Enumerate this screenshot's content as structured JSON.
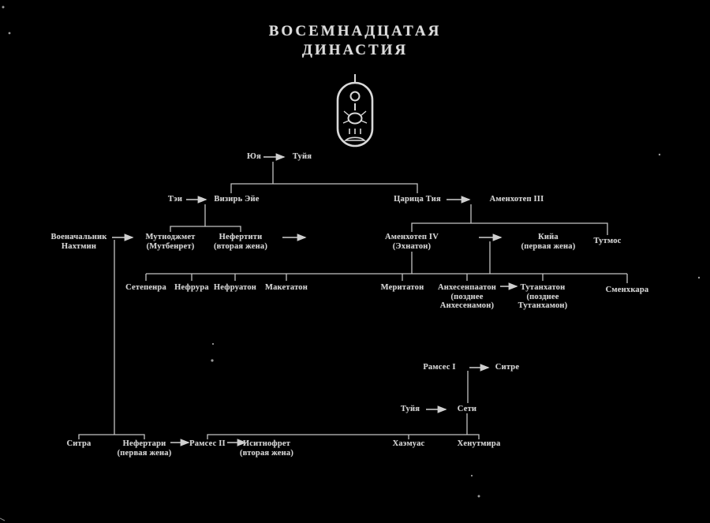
{
  "title": {
    "line1": "ВОСЕМНАДЦАТАЯ",
    "line2": "ДИНАСТИЯ"
  },
  "colors": {
    "background": "#000000",
    "ink": "#d4d4d4"
  },
  "persons": {
    "yuya": {
      "lines": [
        "Юя"
      ]
    },
    "tuyya": {
      "lines": [
        "Туйя"
      ]
    },
    "tei": {
      "lines": [
        "Тэи"
      ]
    },
    "vizier_eye": {
      "lines": [
        "Визирь Эйе"
      ]
    },
    "queen_tiya": {
      "lines": [
        "Царица Тия"
      ]
    },
    "amenhotep3": {
      "lines": [
        "Аменхотеп III"
      ]
    },
    "nakhtmin": {
      "lines": [
        "Военачальник",
        "Нахтмин"
      ]
    },
    "mutnodjmet": {
      "lines": [
        "Мутноджмет",
        "(Мутбенрет)"
      ]
    },
    "nefertiti": {
      "lines": [
        "Нефертити",
        "(вторая жена)"
      ]
    },
    "amenhotep4": {
      "lines": [
        "Аменхотеп IV",
        "(Эхнатон)"
      ]
    },
    "kiya": {
      "lines": [
        "Кийа",
        "(первая жена)"
      ]
    },
    "thutmose": {
      "lines": [
        "Тутмос"
      ]
    },
    "setepenra": {
      "lines": [
        "Сетепенра"
      ]
    },
    "nefrura": {
      "lines": [
        "Нефрура"
      ]
    },
    "nefruaton": {
      "lines": [
        "Нефруатон"
      ]
    },
    "maketaton": {
      "lines": [
        "Макетатон"
      ]
    },
    "meritaton": {
      "lines": [
        "Меритатон"
      ]
    },
    "ankhesenpaaton": {
      "lines": [
        "Анхесенпаатон",
        "(позднее",
        "Анхесенамон)"
      ]
    },
    "tutankhaton": {
      "lines": [
        "Тутанхатон",
        "(позднее",
        "Тутанхамон)"
      ]
    },
    "smenkhkara": {
      "lines": [
        "Сменхкара"
      ]
    },
    "ramses1": {
      "lines": [
        "Рамсес I"
      ]
    },
    "sitre": {
      "lines": [
        "Ситре"
      ]
    },
    "tuya2": {
      "lines": [
        "Туйя"
      ]
    },
    "seti": {
      "lines": [
        "Сети"
      ]
    },
    "sitra": {
      "lines": [
        "Ситра"
      ]
    },
    "nefertari": {
      "lines": [
        "Нефертари",
        "(первая жена)"
      ]
    },
    "ramses2": {
      "lines": [
        "Рамсес II"
      ]
    },
    "isitnofret": {
      "lines": [
        "Иситнофрет",
        "(вторая жена)"
      ]
    },
    "khaemuas": {
      "lines": [
        "Хаэмуас"
      ]
    },
    "henutmira": {
      "lines": [
        "Хенутмира"
      ]
    }
  },
  "marriage_arrows": [
    [
      "Юя",
      "Туйя"
    ],
    [
      "Тэи",
      "Визирь Эйе"
    ],
    [
      "Царица Тия",
      "Аменхотеп III"
    ],
    [
      "Военачальник Нахтмин",
      "Мутноджмет (Мутбенрет)"
    ],
    [
      "Нефертити (вторая жена)",
      "Аменхотеп IV (Эхнатон)"
    ],
    [
      "Аменхотеп IV (Эхнатон)",
      "Кийа (первая жена)"
    ],
    [
      "Анхесенпаатон (позднее Анхесенамон)",
      "Тутанхатон (позднее Тутанхамон)"
    ],
    [
      "Рамсес I",
      "Ситре"
    ],
    [
      "Туйя",
      "Сети"
    ],
    [
      "Нефертари (первая жена)",
      "Рамсес II"
    ],
    [
      "Рамсес II",
      "Иситнофрет (вторая жена)"
    ]
  ],
  "descent_lines": [
    {
      "parents": "Юя + Туйя",
      "children": [
        "Визирь Эйе",
        "Царица Тия"
      ]
    },
    {
      "parents": "Тэи + Визирь Эйе",
      "children": [
        "Мутноджмет",
        "Нефертити"
      ]
    },
    {
      "parents": "Царица Тия + Аменхотеп III",
      "children": [
        "Аменхотеп IV (Эхнатон)",
        "Тутмос"
      ]
    },
    {
      "parents": "Аменхотеп IV + Нефертити / Кийа",
      "children": [
        "Сетепенра",
        "Нефрура",
        "Нефруатон",
        "Макетатон",
        "Меритатон",
        "Анхесенпаатон",
        "Тутанхатон",
        "Сменхкара"
      ]
    },
    {
      "parents": "Военачальник Нахтмин + Мутноджмет",
      "children": [
        "Ситра",
        "Нефертари"
      ]
    },
    {
      "parents": "Рамсес I + Ситре",
      "children": [
        "Сети"
      ]
    },
    {
      "parents": "Туйя + Сети",
      "children": [
        "Рамсес II",
        "Хаэмуас",
        "Хенутмира"
      ]
    }
  ]
}
